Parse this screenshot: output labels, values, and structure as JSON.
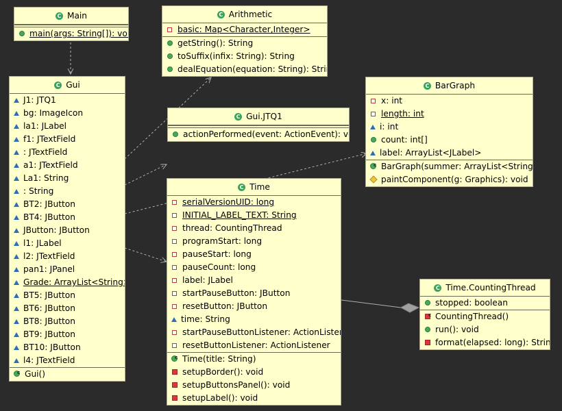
{
  "classes": {
    "main": {
      "name": "Main",
      "attributes": [],
      "methods": [
        {
          "vis": "pub",
          "text": "main(args: String[]): void",
          "static": true
        }
      ]
    },
    "arithmetic": {
      "name": "Arithmetic",
      "attributes": [
        {
          "vis": "priv",
          "text": "basic: Map<Character,Integer>",
          "static": true
        }
      ],
      "methods": [
        {
          "vis": "pub",
          "text": "getString(): String",
          "static": false
        },
        {
          "vis": "pub",
          "text": "toSuffix(infix: String): String",
          "static": false
        },
        {
          "vis": "pub",
          "text": "dealEquation(equation: String): String",
          "static": false
        }
      ]
    },
    "gui": {
      "name": "Gui",
      "attributes": [
        {
          "vis": "pkg",
          "text": "J1: JTQ1",
          "static": false
        },
        {
          "vis": "pkg",
          "text": "bg: ImageIcon",
          "static": false
        },
        {
          "vis": "pkg",
          "text": "la1: JLabel",
          "static": false
        },
        {
          "vis": "pkg",
          "text": "f1: JTextField",
          "static": false
        },
        {
          "vis": "pkg",
          "text": ": JTextField",
          "static": false
        },
        {
          "vis": "pkg",
          "text": "a1: JTextField",
          "static": false
        },
        {
          "vis": "pkg",
          "text": "La1: String",
          "static": false
        },
        {
          "vis": "pkg",
          "text": ": String",
          "static": false
        },
        {
          "vis": "pkg",
          "text": "BT2: JButton",
          "static": false
        },
        {
          "vis": "pkg",
          "text": "BT4: JButton",
          "static": false
        },
        {
          "vis": "pkg",
          "text": "JButton: JButton",
          "static": false
        },
        {
          "vis": "pkg",
          "text": "l1: JLabel",
          "static": false
        },
        {
          "vis": "pkg",
          "text": "l2: JTextField",
          "static": false
        },
        {
          "vis": "pkg",
          "text": "pan1: JPanel",
          "static": false
        },
        {
          "vis": "pkg",
          "text": "Grade: ArrayList<String>",
          "static": true
        },
        {
          "vis": "pkg",
          "text": "BT5: JButton",
          "static": false
        },
        {
          "vis": "pkg",
          "text": "BT6: JButton",
          "static": false
        },
        {
          "vis": "pkg",
          "text": "BT8: JButton",
          "static": false
        },
        {
          "vis": "pkg",
          "text": "BT9: JButton",
          "static": false
        },
        {
          "vis": "pkg",
          "text": "BT10: JButton",
          "static": false
        },
        {
          "vis": "pkg",
          "text": "l4: JTextField",
          "static": false
        }
      ],
      "methods": [
        {
          "vis": "ctor",
          "text": "Gui()",
          "static": false
        }
      ]
    },
    "guijtq1": {
      "name": "Gui.JTQ1",
      "attributes": [],
      "methods": [
        {
          "vis": "pub",
          "text": "actionPerformed(event: ActionEvent): void",
          "static": false
        }
      ]
    },
    "bargraph": {
      "name": "BarGraph",
      "attributes": [
        {
          "vis": "priv",
          "text": "x: int",
          "static": false
        },
        {
          "vis": "priv",
          "text": "length: int",
          "static": true
        },
        {
          "vis": "pkg",
          "text": "i: int",
          "static": false
        },
        {
          "vis": "pub",
          "text": "count: int[]",
          "static": false
        },
        {
          "vis": "pkg",
          "text": "label: ArrayList<JLabel>",
          "static": false
        }
      ],
      "methods": [
        {
          "vis": "ctor",
          "text": "BarGraph(summer: ArrayList<String>)",
          "static": false
        },
        {
          "vis": "prot",
          "text": "paintComponent(g: Graphics): void",
          "static": false
        }
      ]
    },
    "time": {
      "name": "Time",
      "attributes": [
        {
          "vis": "priv",
          "text": "serialVersionUID: long",
          "static": true
        },
        {
          "vis": "priv",
          "text": "INITIAL_LABEL_TEXT: String",
          "static": true
        },
        {
          "vis": "priv",
          "text": "thread: CountingThread",
          "static": false
        },
        {
          "vis": "priv",
          "text": "programStart: long",
          "static": false
        },
        {
          "vis": "priv",
          "text": "pauseStart: long",
          "static": false
        },
        {
          "vis": "priv",
          "text": "pauseCount: long",
          "static": false
        },
        {
          "vis": "priv",
          "text": "label: JLabel",
          "static": false
        },
        {
          "vis": "priv",
          "text": "startPauseButton: JButton",
          "static": false
        },
        {
          "vis": "priv",
          "text": "resetButton: JButton",
          "static": false
        },
        {
          "vis": "pkg",
          "text": "time: String",
          "static": false
        },
        {
          "vis": "priv",
          "text": "startPauseButtonListener: ActionListener",
          "static": false
        },
        {
          "vis": "priv",
          "text": "resetButtonListener: ActionListener",
          "static": false
        }
      ],
      "methods": [
        {
          "vis": "ctor",
          "text": "Time(title: String)",
          "static": false
        },
        {
          "vis": "privm",
          "text": "setupBorder(): void",
          "static": false
        },
        {
          "vis": "privm",
          "text": "setupButtonsPanel(): void",
          "static": false
        },
        {
          "vis": "privm",
          "text": "setupLabel(): void",
          "static": false
        }
      ]
    },
    "countingthread": {
      "name": "Time.CountingThread",
      "attributes": [
        {
          "vis": "pub",
          "text": "stopped: boolean",
          "static": false
        }
      ],
      "methods": [
        {
          "vis": "ctorpriv",
          "text": "CountingThread()",
          "static": false
        },
        {
          "vis": "pub",
          "text": "run(): void",
          "static": false
        },
        {
          "vis": "privm",
          "text": "format(elapsed: long): String",
          "static": false
        }
      ]
    }
  }
}
